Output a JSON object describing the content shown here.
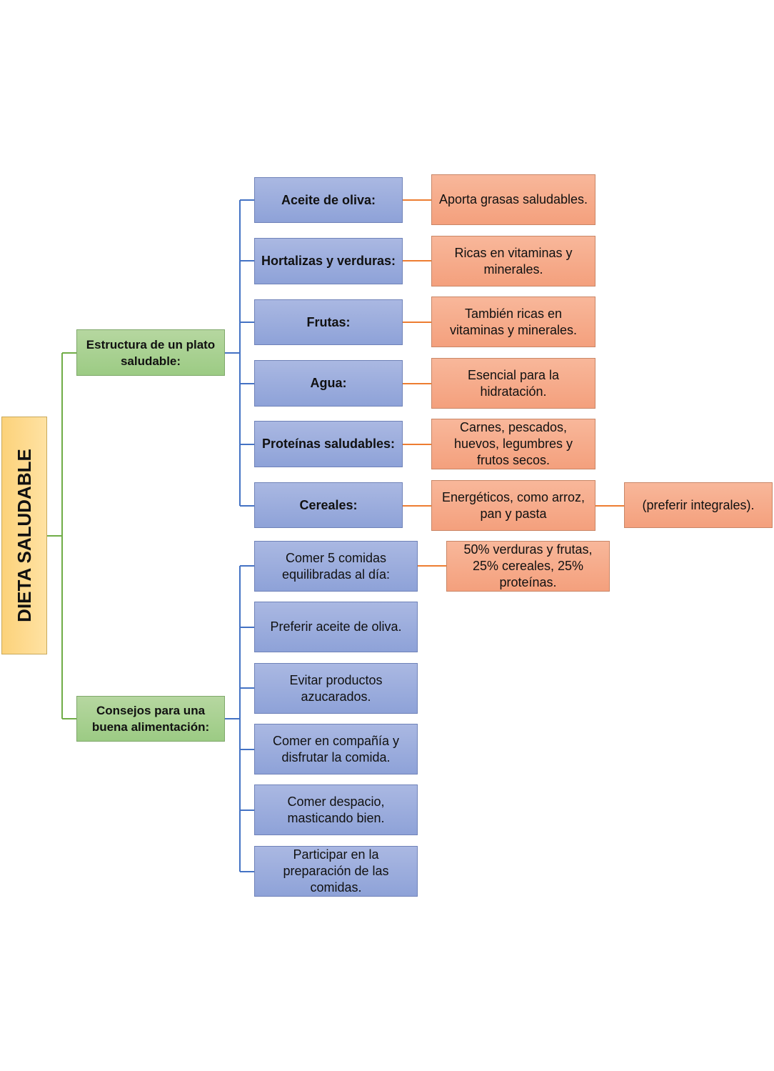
{
  "root": {
    "label": "DIETA SALUDABLE"
  },
  "branches": [
    {
      "label": "Estructura  de un plato saludable:",
      "items": [
        {
          "label": "Aceite de oliva:",
          "detail": "Aporta grasas saludables."
        },
        {
          "label": "Hortalizas  y verduras:",
          "detail": "Ricas en vitaminas y minerales."
        },
        {
          "label": "Frutas:",
          "detail": "También ricas en vitaminas y minerales."
        },
        {
          "label": "Agua:",
          "detail": "Esencial para la hidratación."
        },
        {
          "label": "Proteínas saludables:",
          "detail": "Carnes, pescados, huevos, legumbres y frutos secos."
        },
        {
          "label": "Cereales:",
          "detail": "Energéticos, como arroz, pan y pasta",
          "extra": "(preferir  integrales)."
        }
      ]
    },
    {
      "label": "Consejos para una buena alimentación:",
      "items": [
        {
          "label": "Comer 5 comidas equilibradas al día:",
          "detail": "50% verduras y frutas, 25% cereales, 25% proteínas."
        },
        {
          "label": "Preferir aceite de oliva."
        },
        {
          "label": "Evitar productos azucarados."
        },
        {
          "label": "Comer en compañía y disfrutar la comida."
        },
        {
          "label": "Comer despacio, masticando bien."
        },
        {
          "label": "Participar en la preparación de las comidas."
        }
      ]
    }
  ],
  "colors": {
    "green_line": "#70ad47",
    "blue_line": "#4472c4",
    "orange_line": "#ed7d31"
  }
}
